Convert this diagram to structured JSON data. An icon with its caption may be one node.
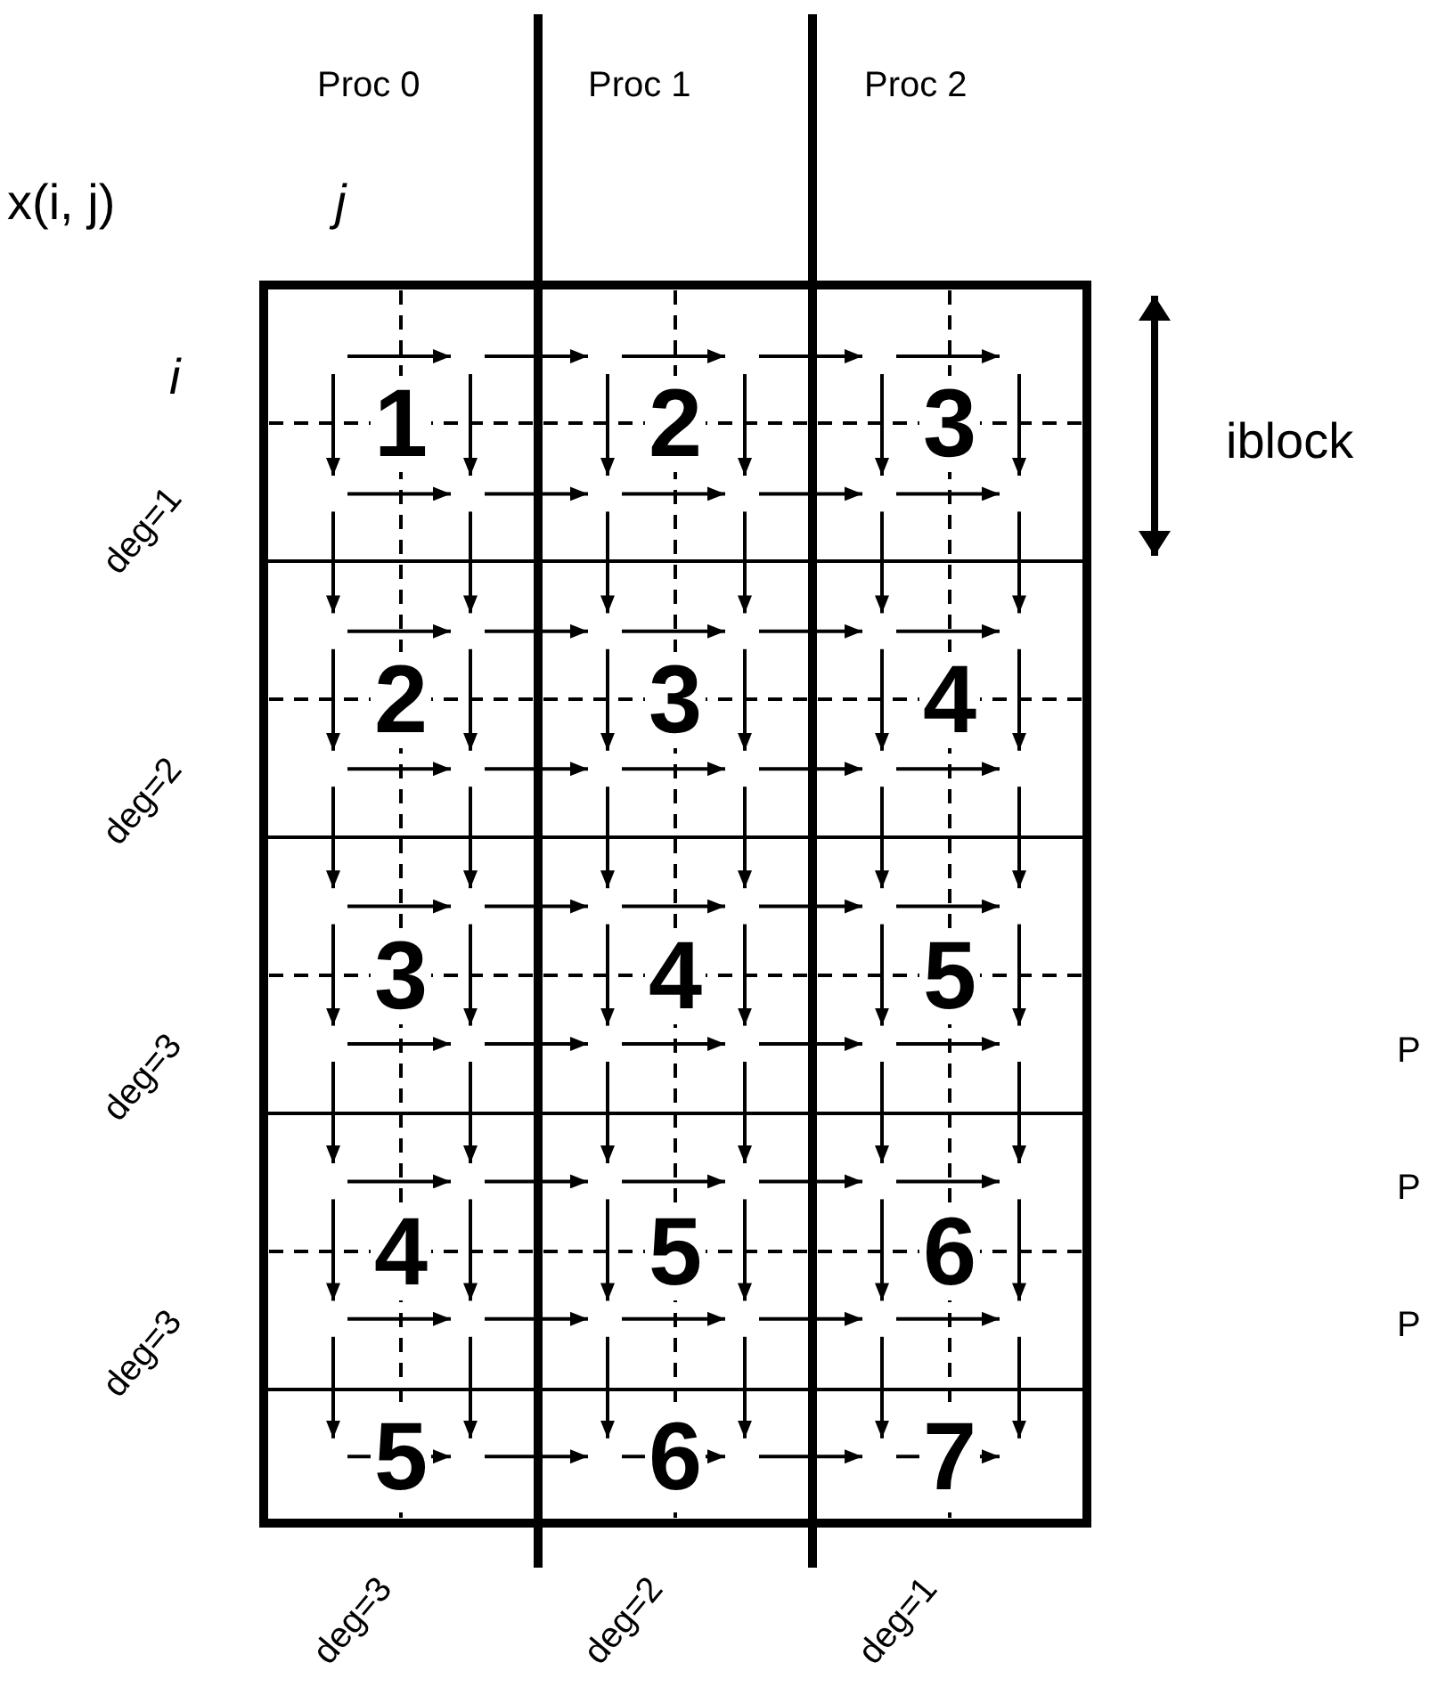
{
  "diagram": {
    "labels": [
      "Proc 0",
      "Proc 1",
      "Proc 2",
      "x(i, j)",
      "j",
      "i",
      "1",
      "2",
      "3",
      "iblock",
      "deg=1",
      "2",
      "3",
      "4",
      "deg=2",
      "3",
      "4",
      "5",
      "deg=3",
      "P",
      "4",
      "5",
      "6",
      "deg=3",
      "P",
      "P",
      "5",
      "6",
      "7",
      "deg=3",
      "deg=2",
      "deg=1"
    ]
  }
}
